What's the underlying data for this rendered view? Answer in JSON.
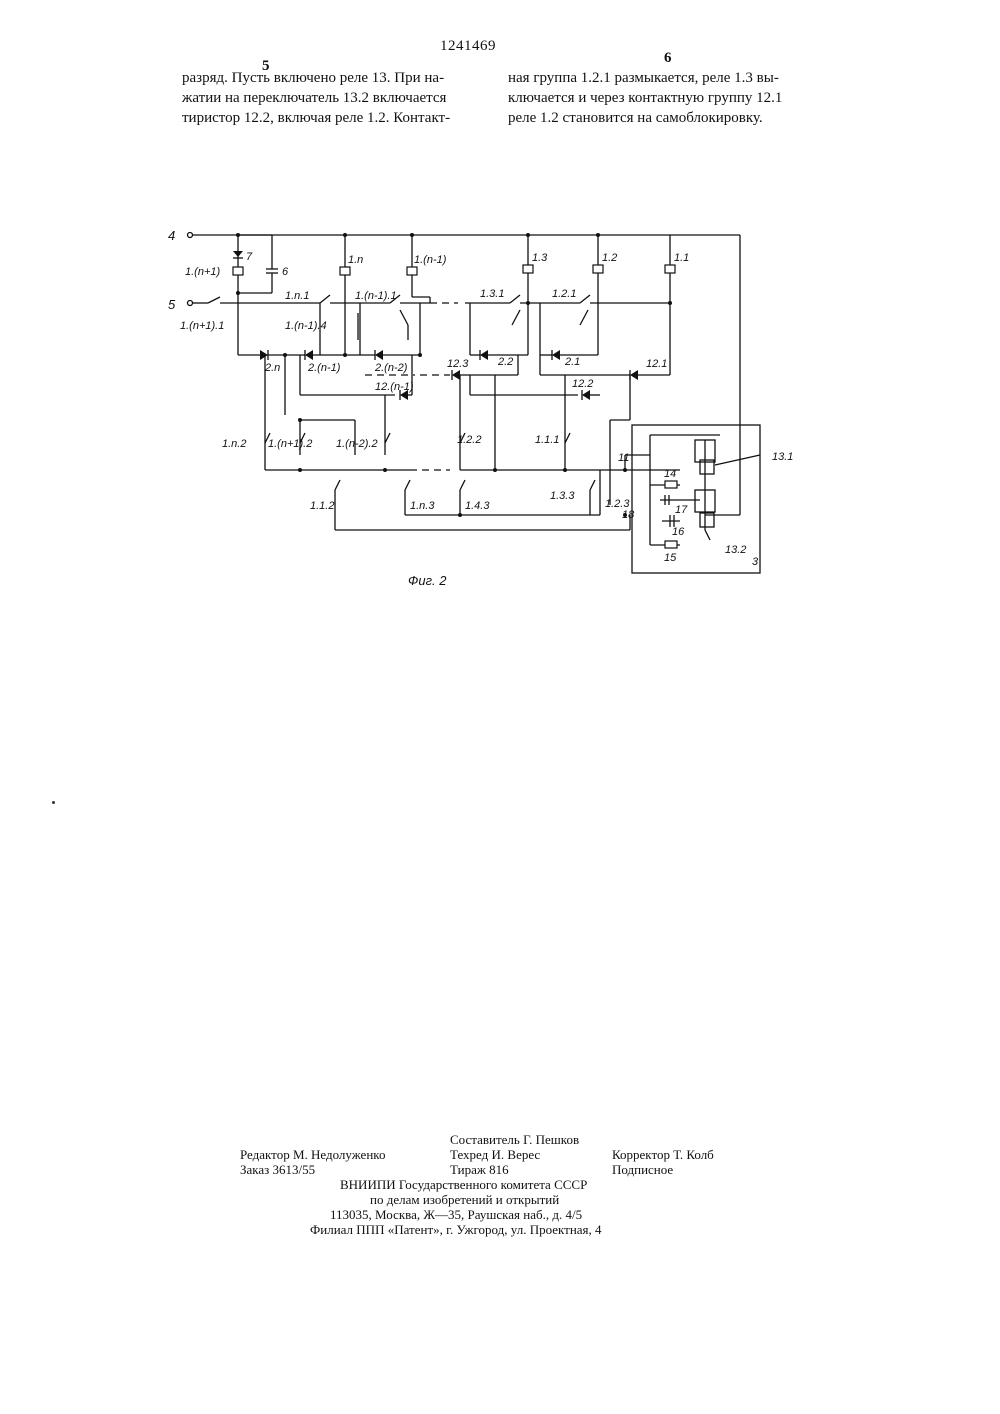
{
  "header": {
    "patent_number": "1241469",
    "left_column_number": "5",
    "right_column_number": "6"
  },
  "body_text": {
    "left_column": [
      "разряд. Пусть включено реле 13. При на-",
      "жатии на переключатель 13.2 включается",
      "тиристор 12.2, включая реле 1.2. Контакт-"
    ],
    "right_column": [
      "ная группа 1.2.1 размыкается, реле 1.3 вы-",
      "ключается и через контактную группу 12.1",
      "реле 1.2 становится на самоблокировку."
    ]
  },
  "figure": {
    "caption": "Фиг. 2",
    "labels": {
      "t4": "4",
      "t5": "5",
      "r_n1": "1.(n+1)",
      "d7": "7",
      "c6": "6",
      "r_n1_1": "1.(n+1).1",
      "r_n": "1.n",
      "r_nm1": "1.(n-1)",
      "r_13": "1.3",
      "r_12": "1.2",
      "r_11": "1.1",
      "k_n1": "1.n.1",
      "k_nm1_1": "1.(n-1).1",
      "k_131": "1.3.1",
      "k_121": "1.2.1",
      "k_nm1_4": "1.(n-1).4",
      "d_2n": "2.n",
      "d_2nm1": "2.(n-1)",
      "d_2nm2": "2.(n-2)",
      "d_22": "2.2",
      "d_21": "2.1",
      "t_123": "12.3",
      "t_12nm1": "12.(n-1)",
      "t_122": "12.2",
      "t_121": "12.1",
      "k_n2": "1.n.2",
      "k_n1_2": "1.(n+1).2",
      "k_nm2_2": "1.(n-2).2",
      "k_122": "1.2.2",
      "k_111": "1.1.1",
      "k_112": "1.1.2",
      "k_n3": "1.n.3",
      "k_143": "1.4.3",
      "k_133": "1.3.3",
      "k_123": "1.2.3",
      "n11": "11",
      "n18": "18",
      "n14": "14",
      "n17": "17",
      "n16": "16",
      "n15": "15",
      "sw131": "13.1",
      "sw132": "13.2",
      "blk3": "3"
    }
  },
  "imprint": {
    "compiler": "Составитель Г. Пешков",
    "editor": "Редактор М. Недолуженко",
    "techred": "Техред И. Верес",
    "corrector": "Корректор Т. Колб",
    "order": "Заказ 3613/55",
    "circulation": "Тираж 816",
    "subscription": "Подписное",
    "org_line1": "ВНИИПИ Государственного комитета СССР",
    "org_line2": "по делам изобретений и открытий",
    "address": "113035, Москва, Ж—35, Раушская наб., д. 4/5",
    "branch": "Филиал ППП «Патент», г. Ужгород, ул. Проектная, 4"
  }
}
